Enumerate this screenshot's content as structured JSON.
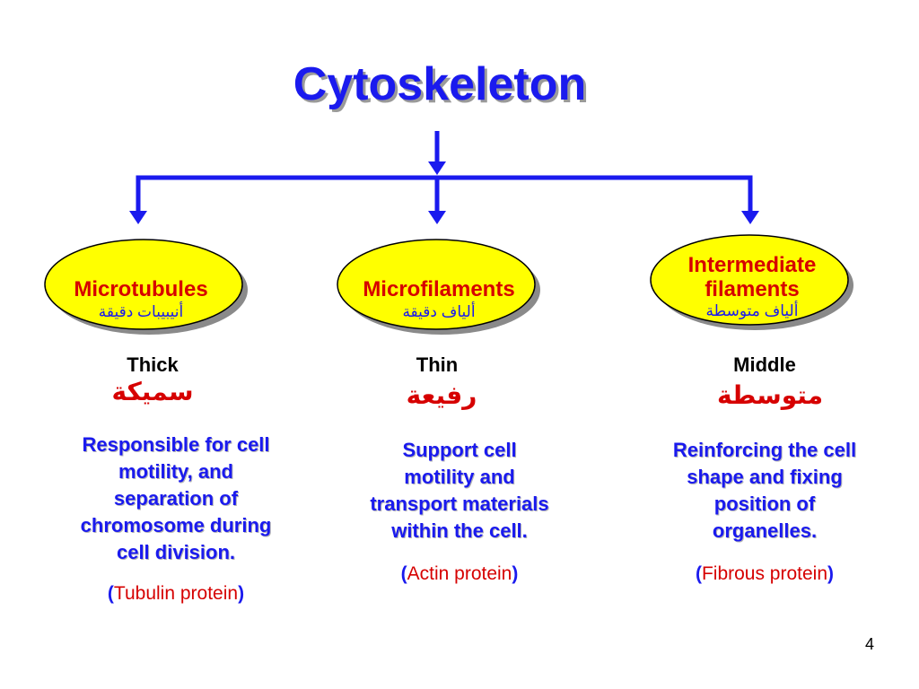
{
  "title": "Cytoskeleton",
  "page_number": "4",
  "columns": [
    {
      "name_en": "Microtubules",
      "name_ar": "أنيبيبات دقيقة",
      "size_en": "Thick",
      "size_ar": "سميكة",
      "description": [
        "Responsible for cell",
        "motility, and",
        "separation of",
        "chromosome during",
        "cell division."
      ],
      "paren_open": "(",
      "protein": "Tubulin protein",
      "paren_close": ")"
    },
    {
      "name_en": "Microfilaments",
      "name_ar": "ألياف دقيقة",
      "size_en": "Thin",
      "size_ar": "رفيعة",
      "description": [
        "Support cell",
        "motility and",
        "transport materials",
        "within the cell."
      ],
      "paren_open": "(",
      "protein": "Actin protein",
      "paren_close": ")"
    },
    {
      "name_en_line1": "Intermediate",
      "name_en_line2": "filaments",
      "name_ar": "ألياف متوسطة",
      "size_en": "Middle",
      "size_ar": "متوسطة",
      "description": [
        "Reinforcing the cell",
        "shape and fixing",
        "position of",
        "organelles."
      ],
      "paren_open": "(",
      "protein": "Fibrous protein",
      "paren_close": ")"
    }
  ],
  "colors": {
    "title": "#1a1aee",
    "connector": "#1a1aee",
    "ellipse_fill": "#ffff00",
    "english_label": "#d60000",
    "arabic_label": "#1a1aee",
    "size_arabic": "#d60000",
    "description": "#1a1aee",
    "protein": "#d60000"
  }
}
